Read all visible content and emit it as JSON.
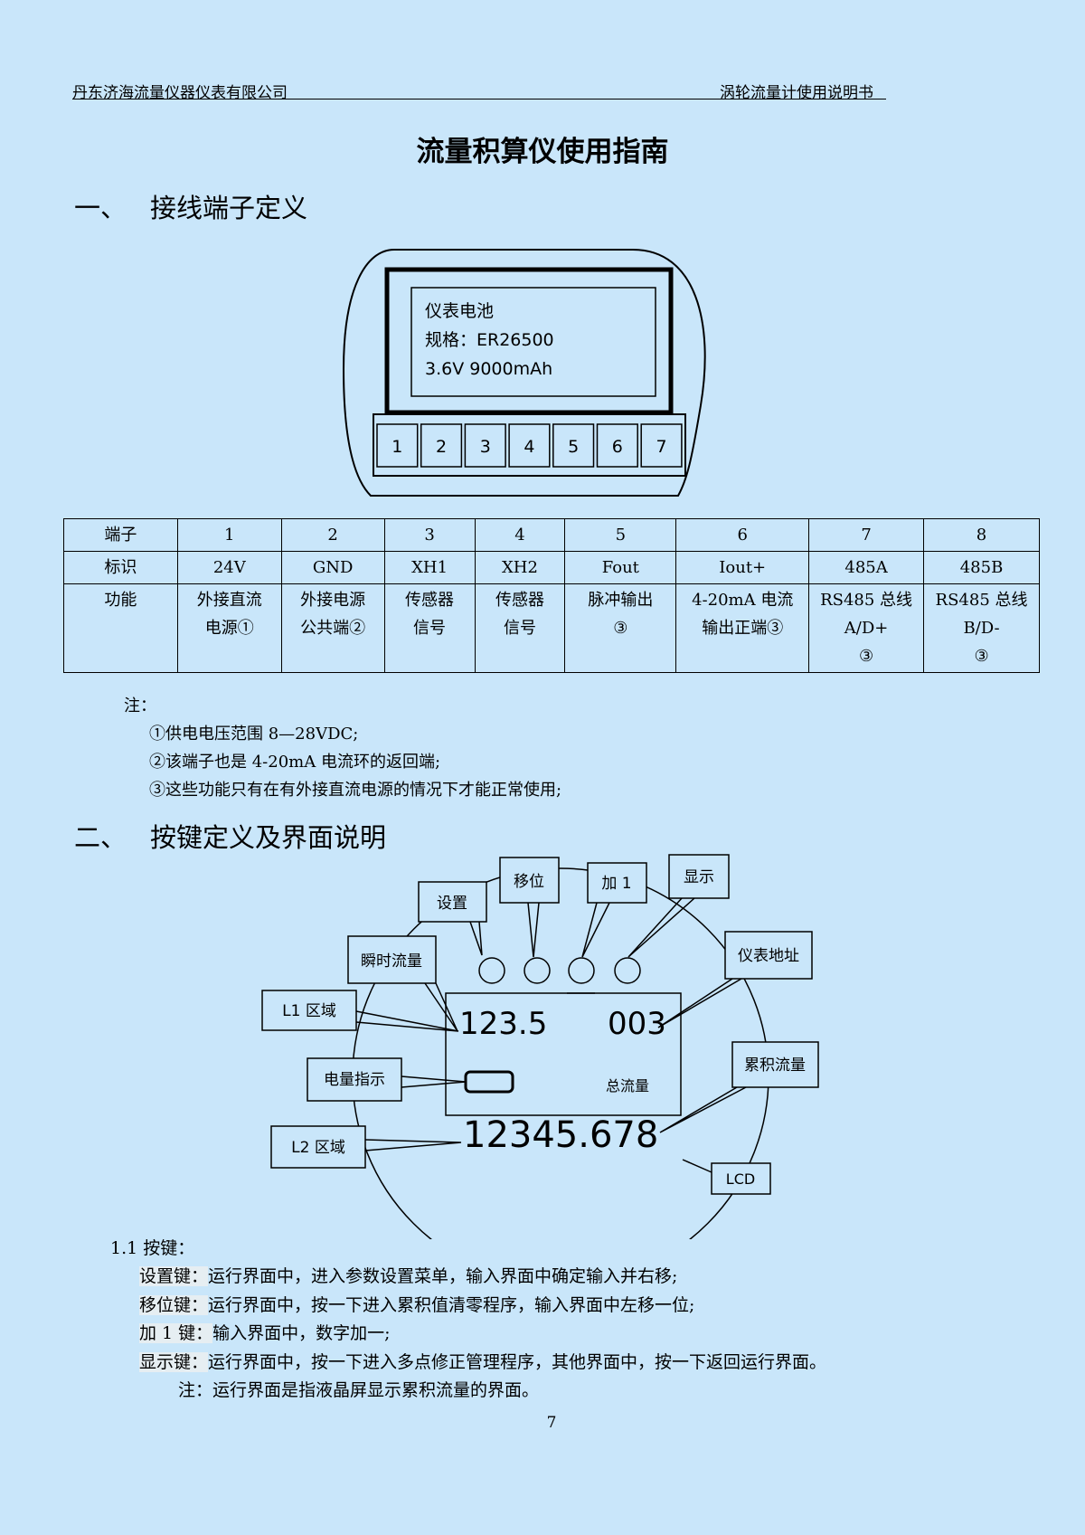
{
  "header": {
    "left": "丹东济海流量仪器仪表有限公司",
    "right": "涡轮流量计使用说明书"
  },
  "title": "流量积算仪使用指南",
  "section1": {
    "num": "一、",
    "title": "接线端子定义"
  },
  "battery": {
    "line1": "仪表电池",
    "line2": "规格：ER26500",
    "line3": "3.6V 9000mAh"
  },
  "terminals": [
    "1",
    "2",
    "3",
    "4",
    "5",
    "6",
    "7"
  ],
  "table": {
    "rows": [
      [
        "端子",
        "1",
        "2",
        "3",
        "4",
        "5",
        "6",
        "7",
        "8"
      ],
      [
        "标识",
        "24V",
        "GND",
        "XH1",
        "XH2",
        "Fout",
        "Iout+",
        "485A",
        "485B"
      ],
      [
        "功能",
        "外接直流\n电源①",
        "外接电源\n公共端②",
        "传感器\n信号",
        "传感器\n信号",
        "脉冲输出\n③",
        "4-20mA 电流\n输出正端③",
        "RS485 总线\nA/D+\n③",
        "RS485 总线\nB/D-\n③"
      ]
    ]
  },
  "notes": {
    "label": "注：",
    "items": [
      "①供电电压范围 8—28VDC;",
      "②该端子也是 4-20mA 电流环的返回端;",
      "③这些功能只有在有外接直流电源的情况下才能正常使用;"
    ]
  },
  "section2": {
    "num": "二、",
    "title": "按键定义及界面说明"
  },
  "diagram": {
    "callouts": {
      "set": "设置",
      "shift": "移位",
      "plus": "加 1",
      "display": "显示",
      "inst_flow": "瞬时流量",
      "address": "仪表地址",
      "l1": "L1 区域",
      "battery": "电量指示",
      "total_flow": "累积流量",
      "l2": "L2 区域",
      "lcd": "LCD"
    },
    "lcd": {
      "l1_value": "123.5",
      "address_value": "003",
      "total_label": "总流量",
      "l2_value": "12345.678"
    }
  },
  "keys": {
    "heading": "1.1 按键：",
    "items": [
      {
        "key": "设置键：",
        "desc": "运行界面中，进入参数设置菜单，输入界面中确定输入并右移;"
      },
      {
        "key": "移位键：",
        "desc": "运行界面中，按一下进入累积值清零程序，输入界面中左移一位;"
      },
      {
        "key": "加 1 键：",
        "desc": "输入界面中，数字加一;"
      },
      {
        "key": "显示键：",
        "desc": "运行界面中，按一下进入多点修正管理程序，其他界面中，按一下返回运行界面。"
      }
    ],
    "note": "注：运行界面是指液晶屏显示累积流量的界面。"
  },
  "page_number": "7"
}
